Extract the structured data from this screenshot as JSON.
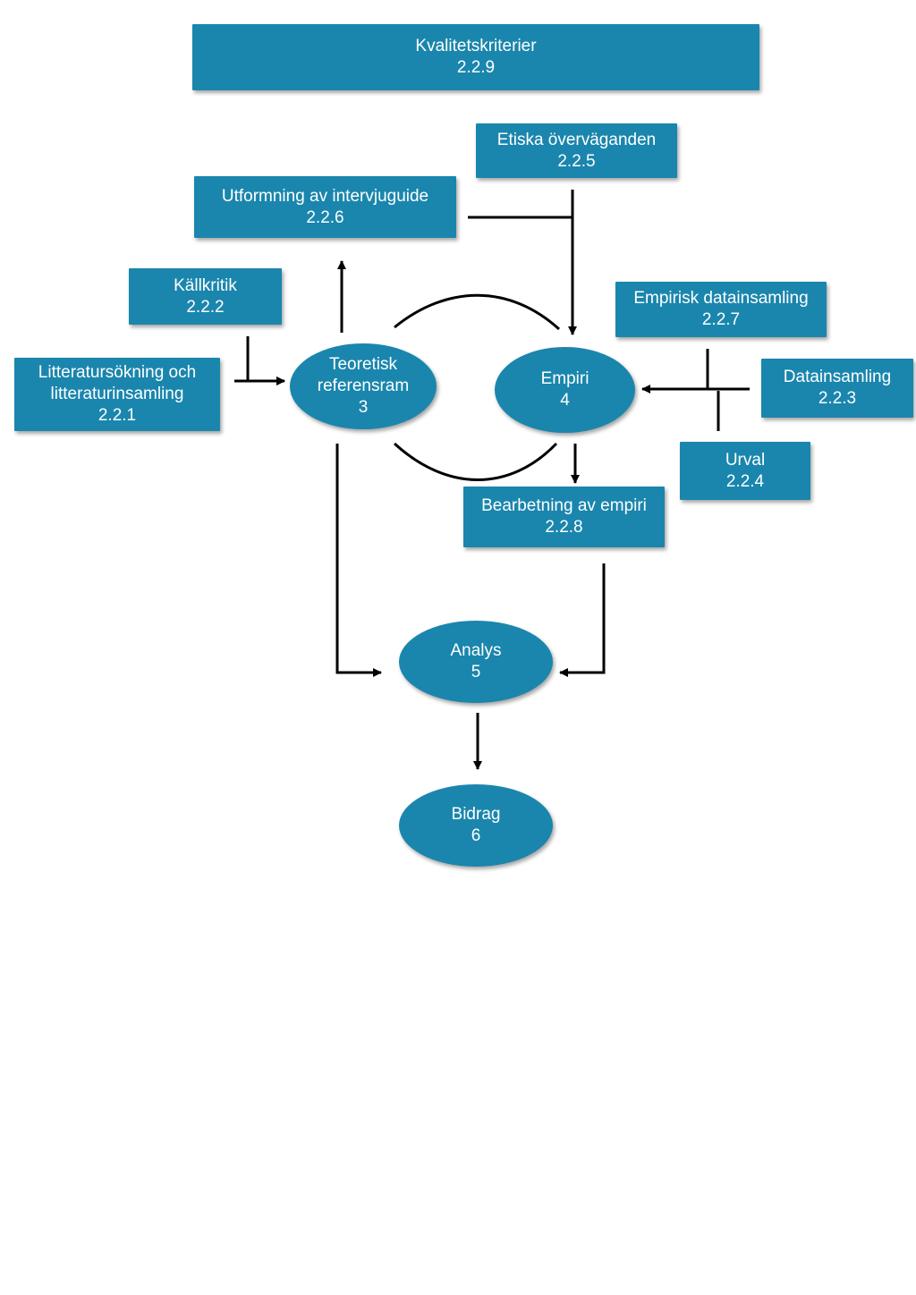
{
  "colors": {
    "node_fill": "#1a86ad",
    "node_text": "#ffffff",
    "connector": "#000000"
  },
  "nodes": {
    "kvalitetskriterier": {
      "line1": "Kvalitetskriterier",
      "line2": "2.2.9"
    },
    "etiska": {
      "line1": "Etiska överväganden",
      "line2": "2.2.5"
    },
    "utformning": {
      "line1": "Utformning av intervjuguide",
      "line2": "2.2.6"
    },
    "kallkritik": {
      "line1": "Källkritik",
      "line2": "2.2.2"
    },
    "litteratur": {
      "line1": "Litteratursökning och",
      "line2": "litteraturinsamling",
      "line3": "2.2.1"
    },
    "teoretisk": {
      "line1": "Teoretisk",
      "line2": "referensram",
      "line3": "3"
    },
    "empiri": {
      "line1": "Empiri",
      "line2": "4"
    },
    "empirisk_datainsamling": {
      "line1": "Empirisk datainsamling",
      "line2": "2.2.7"
    },
    "datainsamling": {
      "line1": "Datainsamling",
      "line2": "2.2.3"
    },
    "urval": {
      "line1": "Urval",
      "line2": "2.2.4"
    },
    "bearbetning": {
      "line1": "Bearbetning av empiri",
      "line2": "2.2.8"
    },
    "analys": {
      "line1": "Analys",
      "line2": "5"
    },
    "bidrag": {
      "line1": "Bidrag",
      "line2": "6"
    }
  }
}
